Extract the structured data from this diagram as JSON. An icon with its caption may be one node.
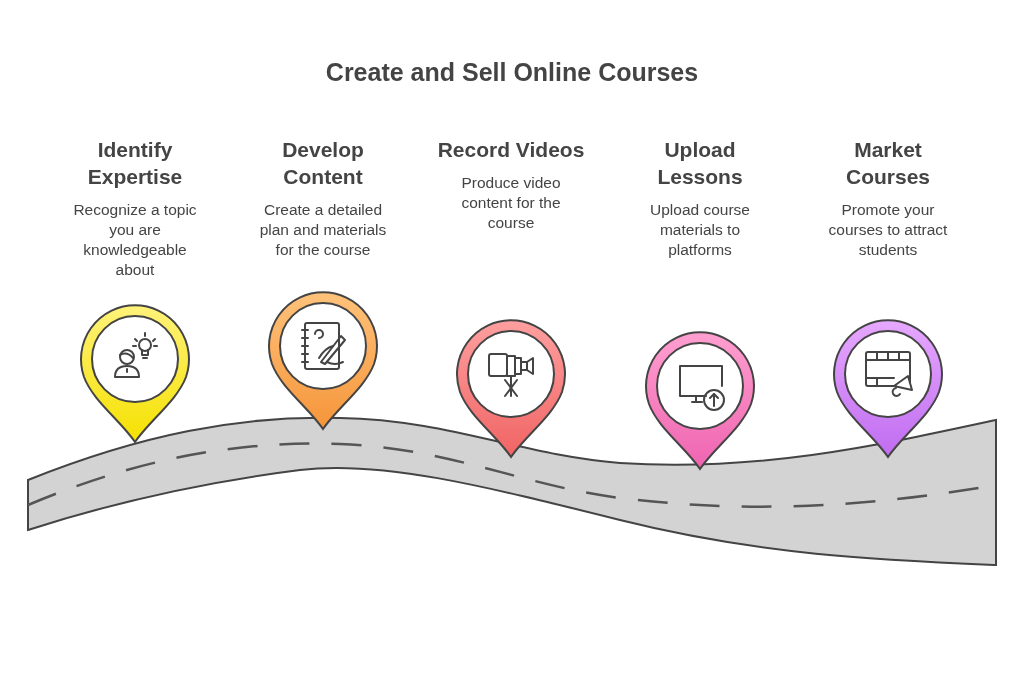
{
  "diagram": {
    "title": "Create and Sell Online Courses",
    "nodes": [
      {
        "text": [
          "Identify Expertise",
          "Recognize a topic you are knowledgeable about"
        ]
      },
      {
        "text": [
          "Develop Content",
          "Create a detailed plan and materials for the course"
        ]
      },
      {
        "text": [
          "Record Videos",
          "Produce video content for the course"
        ]
      },
      {
        "text": [
          "Upload Lessons",
          "Upload course materials to platforms"
        ]
      },
      {
        "text": [
          "Market Courses",
          "Promote your courses to attract students"
        ]
      }
    ]
  }
}
